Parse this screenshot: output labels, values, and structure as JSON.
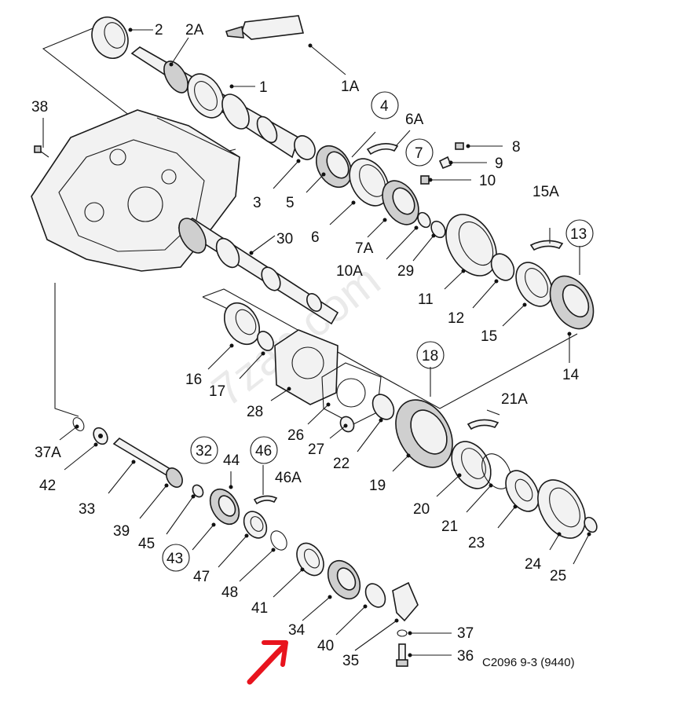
{
  "labels": {
    "l1": "1",
    "l2": "2",
    "l2A": "2A",
    "l1A": "1A",
    "l3": "3",
    "l4": "4",
    "l5": "5",
    "l6": "6",
    "l6A": "6A",
    "l7": "7",
    "l7A": "7A",
    "l8": "8",
    "l9": "9",
    "l10": "10",
    "l10A": "10A",
    "l11": "11",
    "l12": "12",
    "l13": "13",
    "l14": "14",
    "l15": "15",
    "l15A": "15A",
    "l16": "16",
    "l17": "17",
    "l18": "18",
    "l19": "19",
    "l20": "20",
    "l21": "21",
    "l21A": "21A",
    "l22": "22",
    "l23": "23",
    "l24": "24",
    "l25": "25",
    "l26": "26",
    "l27": "27",
    "l28": "28",
    "l29": "29",
    "l30": "30",
    "l32": "32",
    "l33": "33",
    "l34": "34",
    "l35": "35",
    "l36": "36",
    "l37": "37",
    "l37A": "37A",
    "l38": "38",
    "l39": "39",
    "l40": "40",
    "l41": "41",
    "l42": "42",
    "l43": "43",
    "l44": "44",
    "l45": "45",
    "l46": "46",
    "l46A": "46A",
    "l47": "47",
    "l48": "48"
  },
  "caption": "C2096 9-3 (9440)",
  "watermark": "7zap.com",
  "colors": {
    "ink": "#111111",
    "annotation_arrow": "#e8141e"
  }
}
